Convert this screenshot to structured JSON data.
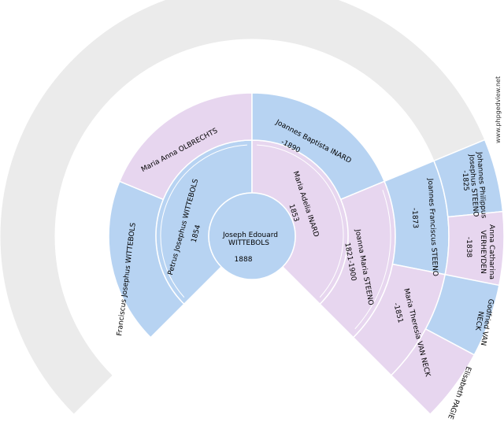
{
  "colors": {
    "male": "#b7d3f2",
    "female": "#e7d6ef",
    "empty": "#ebebeb",
    "stroke": "#ffffff"
  },
  "watermark": "www.phpgedview.net",
  "root": {
    "name_line1": "Joseph Edouard",
    "name_line2": "WITTEBOLS",
    "dates": "1888"
  },
  "people": [
    {
      "id": "father",
      "sex": "M",
      "lines": [
        "Petrus Josephus WITTEBOLS",
        "1854"
      ]
    },
    {
      "id": "mother",
      "sex": "F",
      "lines": [
        "Maria Adelia INARD",
        "1853"
      ]
    },
    {
      "id": "ff",
      "sex": "M",
      "lines": [
        "Franciscus Josephus WITTEBOLS"
      ]
    },
    {
      "id": "fm",
      "sex": "F",
      "lines": [
        "Maria Anna OLBRECHTS"
      ]
    },
    {
      "id": "mf",
      "sex": "M",
      "lines": [
        "Joannes Baptista INARD",
        "-1890"
      ]
    },
    {
      "id": "mm",
      "sex": "F",
      "lines": [
        "Joanna Maria STEENO",
        "1821-1900"
      ]
    },
    {
      "id": "mmf",
      "sex": "M",
      "lines": [
        "Joannes Franciscus STEENO",
        "-1873"
      ]
    },
    {
      "id": "mmm",
      "sex": "F",
      "lines": [
        "Maria Theresia VAN NECK",
        "-1851"
      ]
    },
    {
      "id": "mmff",
      "sex": "M",
      "lines": [
        "Johannes Philippus",
        "Josephus STEENO",
        "-1825"
      ]
    },
    {
      "id": "mmfm",
      "sex": "F",
      "lines": [
        "Anna Catharina",
        "VERHEYDEN",
        "-1838"
      ]
    },
    {
      "id": "mmmf",
      "sex": "M",
      "lines": [
        "Godfried VAN",
        "NECK"
      ]
    },
    {
      "id": "mmmm",
      "sex": "F",
      "lines": [
        "Elisabeth PAGIE"
      ]
    }
  ]
}
